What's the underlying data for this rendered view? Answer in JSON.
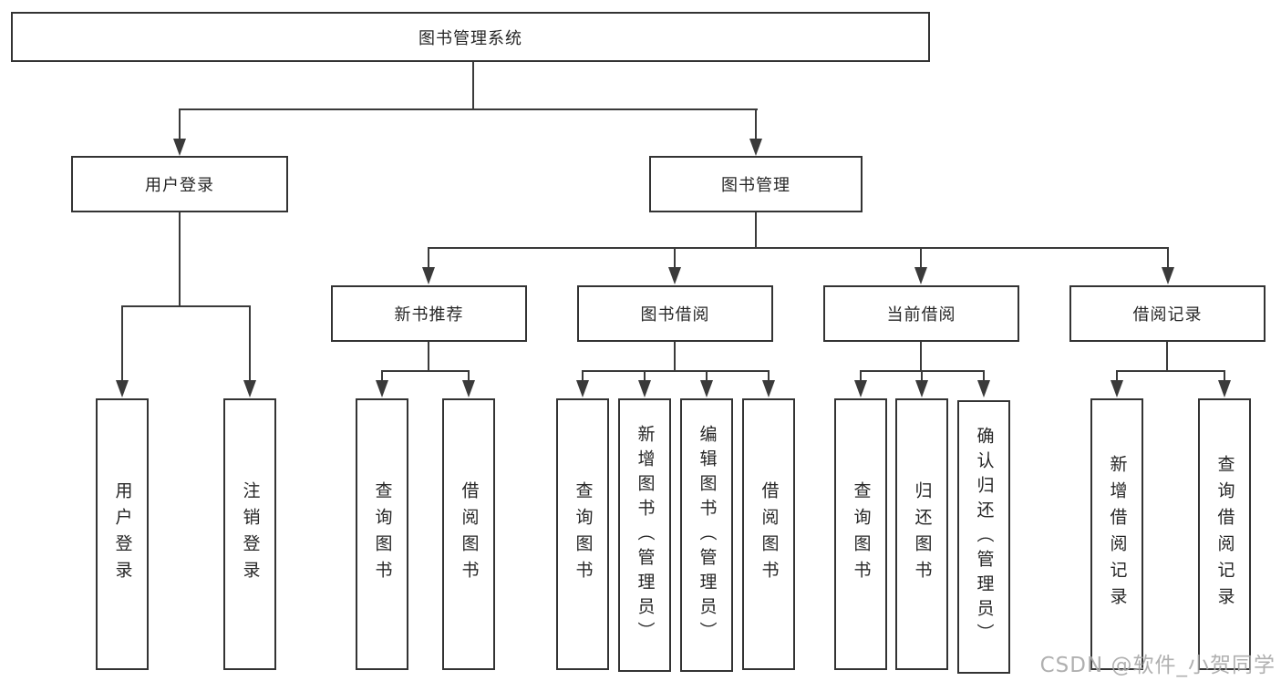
{
  "colors": {
    "background": "#ffffff",
    "line": "#3a3a3a",
    "box_border": "#333333",
    "text": "#262626",
    "watermark": "#a8a8a8"
  },
  "nodes": {
    "root": "图书管理系统",
    "user_login": "用户登录",
    "book_mgmt": "图书管理",
    "new_book_rec": "新书推荐",
    "book_borrow": "图书借阅",
    "current_borrow": "当前借阅",
    "borrow_records": "借阅记录",
    "leaf_user_login": "用户登录",
    "leaf_logout": "注销登录",
    "leaf_rec_query_books": "查询图书",
    "leaf_rec_borrow_books": "借阅图书",
    "leaf_bor_query_books": "查询图书",
    "leaf_bor_add_books": "新增图书（管理员）",
    "leaf_bor_edit_books": "编辑图书（管理员）",
    "leaf_bor_borrow_books": "借阅图书",
    "leaf_cur_query_books": "查询图书",
    "leaf_cur_return_books": "归还图书",
    "leaf_cur_confirm_return": "确认归还（管理员）",
    "leaf_log_add_record": "新增借阅记录",
    "leaf_log_query_record": "查询借阅记录"
  },
  "watermark": "CSDN @软件_小贺同学"
}
